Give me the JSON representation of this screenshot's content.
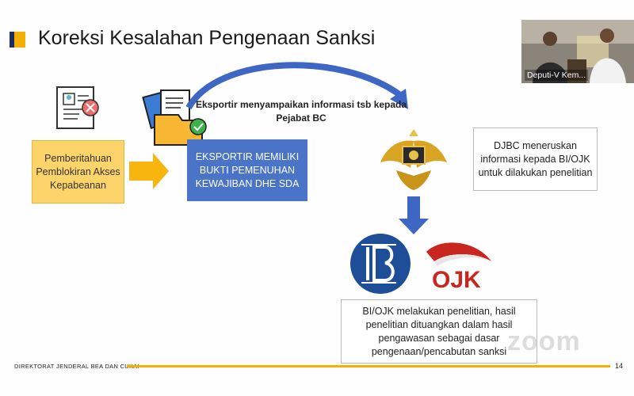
{
  "slide": {
    "title": "Koreksi Kesalahan Pengenaan Sanksi",
    "box_notif": "Pemberitahuan Pemblokiran Akses Kepabeanan",
    "box_eksportir": "EKSPORTIR MEMILIKI BUKTI PEMENUHAN KEWAJIBAN DHE SDA",
    "text_bc": "Eksportir menyampaikan informasi tsb kepada Pejabat BC",
    "box_djbc": "DJBC meneruskan informasi kepada BI/OJK untuk dilakukan penelitian",
    "box_biojk": "BI/OJK melakukan penelitian, hasil penelitian dituangkan dalam hasil pengawasan sebagai dasar pengenaan/pencabutan sanksi",
    "footer": "DIREKTORAT JENDERAL  BEA DAN CUKAI",
    "page_number": "14",
    "ojk_logo_text": "OJK",
    "watermark": "zoom"
  },
  "video": {
    "participant_name": "Deputi-V Kem..."
  },
  "colors": {
    "title_dark": "#1f2d5c",
    "accent_yellow": "#f2b100",
    "box_yellow": "#fcd46a",
    "box_blue": "#4a74c8",
    "arrow_blue": "#3e66c4",
    "bi_blue": "#1f4e98",
    "ojk_red": "#c8261f"
  }
}
